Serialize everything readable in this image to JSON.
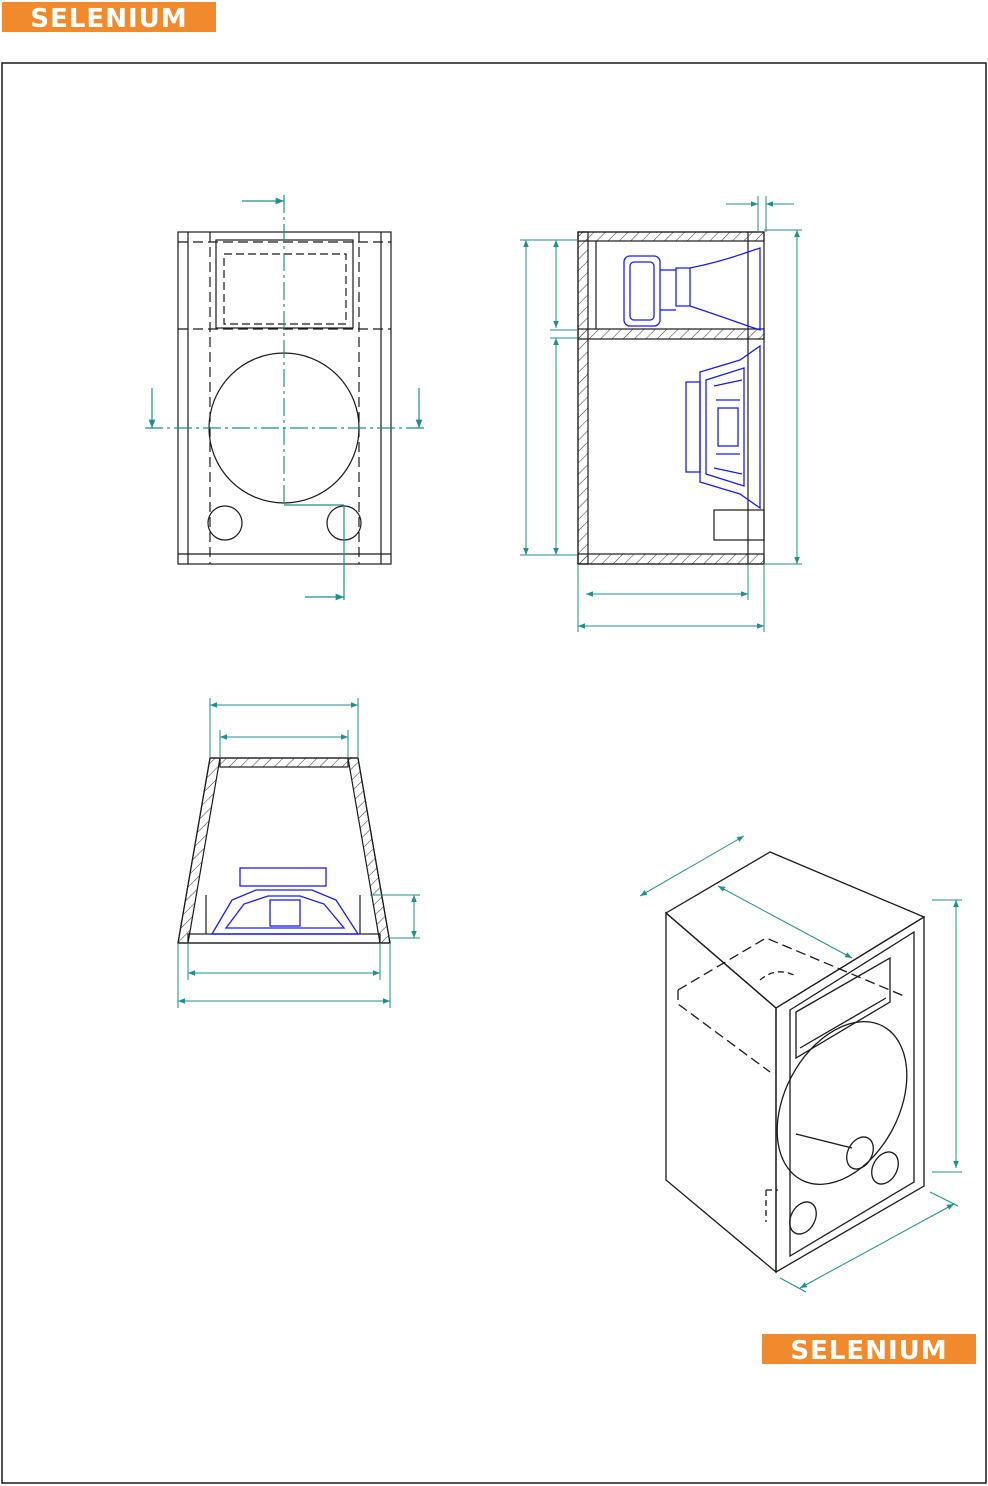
{
  "brand": {
    "name": "SELENIUM",
    "bg_color": "#f08a2c",
    "text_color": "#ffffff"
  },
  "colors": {
    "outline": "#1a1a1a",
    "dimension": "#1f8f8f",
    "driver": "#1a1aff",
    "hatch": "#333333"
  },
  "views": [
    {
      "name": "front-view"
    },
    {
      "name": "side-section-view"
    },
    {
      "name": "top-section-view"
    },
    {
      "name": "isometric-view"
    }
  ]
}
